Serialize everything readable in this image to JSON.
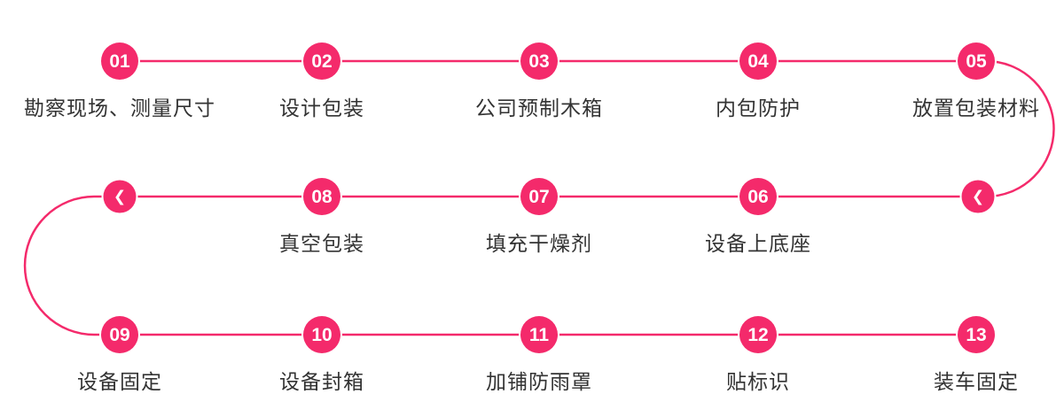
{
  "page": {
    "background_color": "#ffffff",
    "accent_color": "#f42a6b",
    "text_color": "#333333"
  },
  "flow": {
    "type": "snake-process",
    "direction_note": "row1 left-to-right, row2 right-to-left, row3 left-to-right",
    "chevron_glyph": "❮",
    "steps": [
      {
        "num": "01",
        "label": "勘察现场、测量尺寸"
      },
      {
        "num": "02",
        "label": "设计包装"
      },
      {
        "num": "03",
        "label": "公司预制木箱"
      },
      {
        "num": "04",
        "label": "内包防护"
      },
      {
        "num": "05",
        "label": "放置包装材料"
      },
      {
        "num": "06",
        "label": "设备上底座"
      },
      {
        "num": "07",
        "label": "填充干燥剂"
      },
      {
        "num": "08",
        "label": "真空包装"
      },
      {
        "num": "09",
        "label": "设备固定"
      },
      {
        "num": "10",
        "label": "设备封箱"
      },
      {
        "num": "11",
        "label": "加铺防雨罩"
      },
      {
        "num": "12",
        "label": "贴标识"
      },
      {
        "num": "13",
        "label": "装车固定"
      }
    ]
  }
}
